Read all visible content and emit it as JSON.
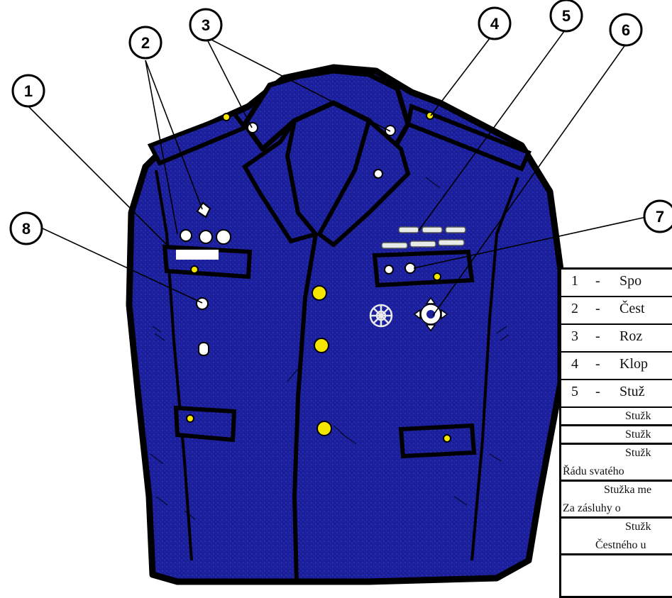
{
  "callouts": [
    "1",
    "2",
    "3",
    "4",
    "5",
    "6",
    "7",
    "8"
  ],
  "colors": {
    "jacket": "#1b1f9c",
    "outline": "#000000",
    "button": "#f5e600",
    "badge": "#ffffff"
  },
  "legend": {
    "numbered_rows": [
      {
        "num": "1",
        "dash": "-",
        "text": "Spo"
      },
      {
        "num": "2",
        "dash": "-",
        "text": "Čest"
      },
      {
        "num": "3",
        "dash": "-",
        "text": "Roz"
      },
      {
        "num": "4",
        "dash": "-",
        "text": "Klop"
      },
      {
        "num": "5",
        "dash": "-",
        "text": "Stuž"
      }
    ],
    "sub_rows": [
      {
        "lines": [
          "Stužk"
        ]
      },
      {
        "lines": [
          "Stužk"
        ]
      },
      {
        "lines": [
          "Stužk",
          "Řádu svatého"
        ]
      },
      {
        "lines": [
          "Stužka  me",
          "Za zásluhy o"
        ]
      },
      {
        "lines": [
          "Stužk",
          "Čestného u"
        ]
      }
    ]
  }
}
